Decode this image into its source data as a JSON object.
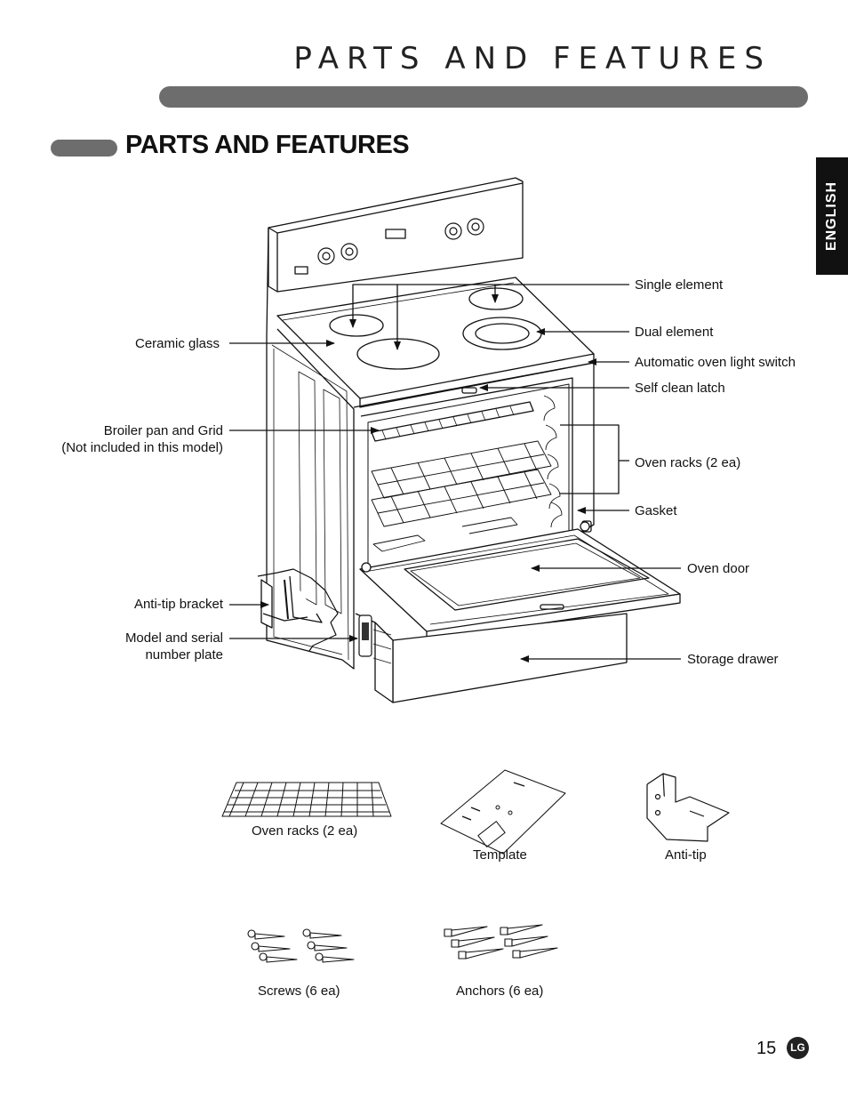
{
  "header": {
    "title": "PARTS AND FEATURES"
  },
  "section": {
    "title": "PARTS AND FEATURES"
  },
  "language_tab": "ENGLISH",
  "labels_left": {
    "ceramic_glass": "Ceramic glass",
    "broiler_line1": "Broiler pan and Grid",
    "broiler_line2": "(Not included in this model)",
    "anti_tip_bracket": "Anti-tip bracket",
    "model_line1": "Model and serial",
    "model_line2": "number plate"
  },
  "labels_right": {
    "single_element": "Single element",
    "dual_element": "Dual element",
    "light_switch": "Automatic oven light switch",
    "self_clean_latch": "Self clean latch",
    "oven_racks": "Oven racks (2 ea)",
    "gasket": "Gasket",
    "oven_door": "Oven door",
    "storage_drawer": "Storage drawer"
  },
  "accessories": {
    "oven_racks": "Oven racks (2 ea)",
    "template": "Template",
    "anti_tip": "Anti-tip",
    "screws": "Screws (6 ea)",
    "anchors": "Anchors (6 ea)"
  },
  "footer": {
    "page_number": "15",
    "logo": "LG"
  }
}
